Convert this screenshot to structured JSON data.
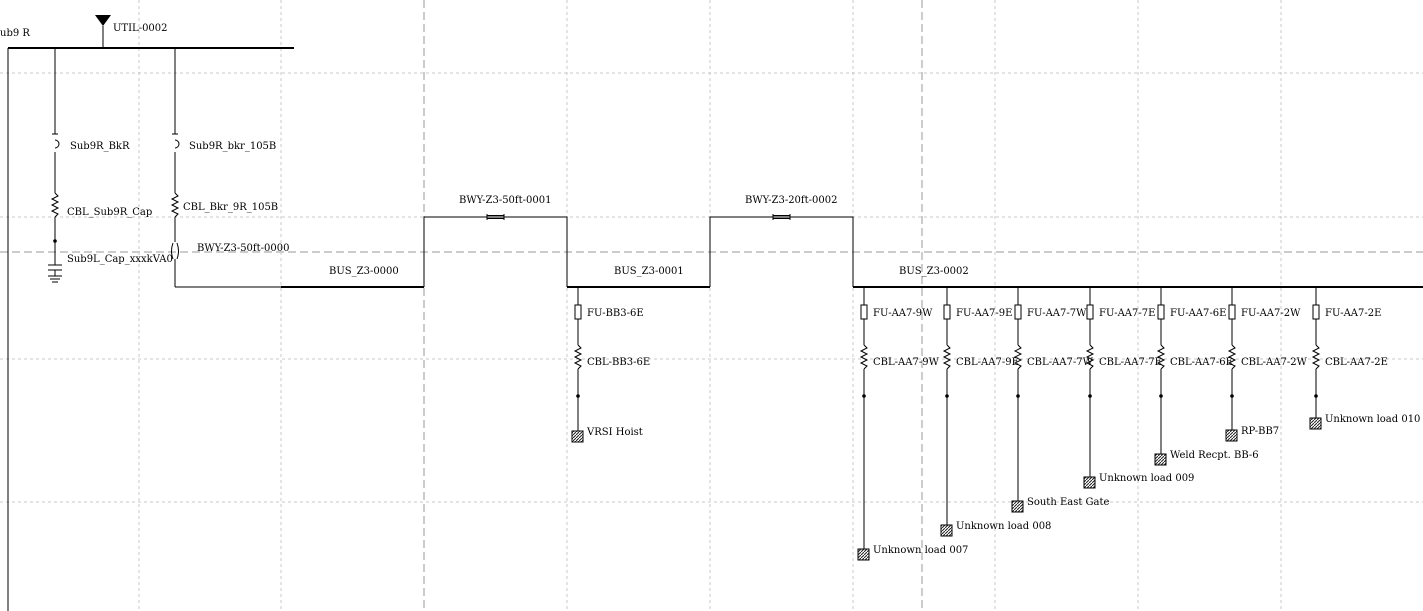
{
  "diagram": {
    "source": {
      "bus_label": "ub9 R",
      "util_label": "UTIL-0002"
    },
    "sub_branch_a": {
      "breaker": "Sub9R_BkR",
      "cable": "CBL_Sub9R_Cap",
      "capacitor": "Sub9L_Cap_xxxkVA0"
    },
    "sub_branch_b": {
      "breaker": "Sub9R_bkr_105B",
      "cable": "CBL_Bkr_9R_105B",
      "busway": "BWY-Z3-50ft-0000"
    },
    "buses": [
      "BUS_Z3-0000",
      "BUS_Z3-0001",
      "BUS_Z3-0002"
    ],
    "busways": [
      "BWY-Z3-50ft-0001",
      "BWY-Z3-20ft-0002"
    ],
    "bb3_branch": {
      "fuse": "FU-BB3-6E",
      "cable": "CBL-BB3-6E",
      "load": "VRSI Hoist"
    },
    "feeders": [
      {
        "fuse": "FU-AA7-9W",
        "cable": "CBL-AA7-9W",
        "load": "Unknown load 007"
      },
      {
        "fuse": "FU-AA7-9E",
        "cable": "CBL-AA7-9E",
        "load": "Unknown load 008"
      },
      {
        "fuse": "FU-AA7-7W",
        "cable": "CBL-AA7-7W",
        "load": "South East Gate"
      },
      {
        "fuse": "FU-AA7-7E",
        "cable": "CBL-AA7-7E",
        "load": "Unknown load 009"
      },
      {
        "fuse": "FU-AA7-6E",
        "cable": "CBL-AA7-6E",
        "load": "Weld Recpt. BB-6"
      },
      {
        "fuse": "FU-AA7-2W",
        "cable": "CBL-AA7-2W",
        "load": "RP-BB7"
      },
      {
        "fuse": "FU-AA7-2E",
        "cable": "CBL-AA7-2E",
        "load": "Unknown load 010"
      }
    ]
  }
}
